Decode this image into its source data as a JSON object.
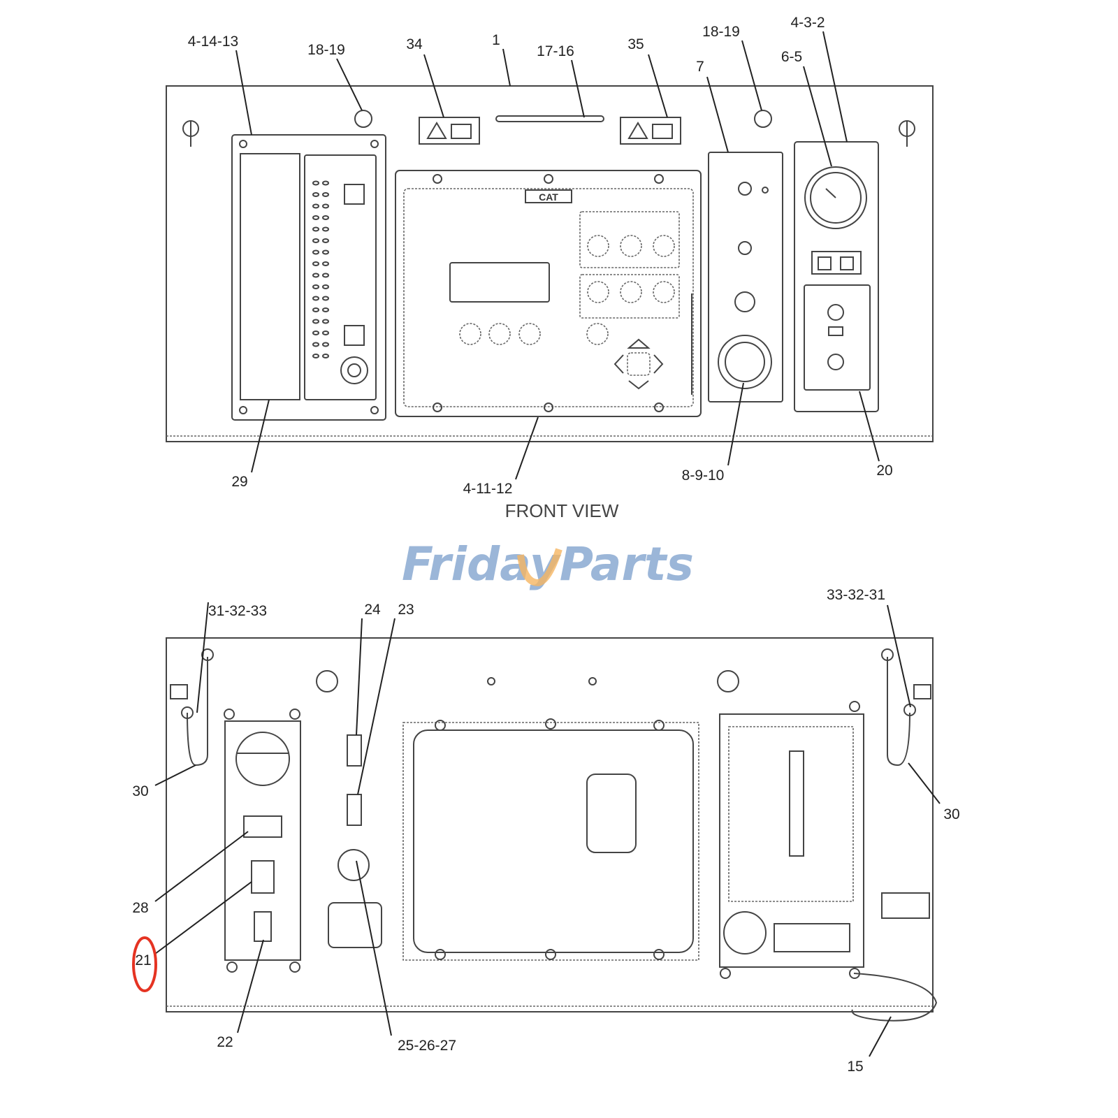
{
  "view_title": "FRONT VIEW",
  "watermark": {
    "text": "FridayParts",
    "color": "#9bb6d8",
    "accent": "#f5b562"
  },
  "highlight_color": "#e53322",
  "badge_text": "CAT",
  "top_callouts": [
    "4-14-13",
    "18-19",
    "34",
    "1",
    "17-16",
    "35",
    "18-19",
    "7",
    "6-5",
    "4-3-2",
    "29",
    "4-11-12",
    "8-9-10",
    "20"
  ],
  "bottom_callouts": [
    "31-32-33",
    "24",
    "23",
    "33-32-31",
    "30",
    "30",
    "28",
    "21",
    "22",
    "25-26-27",
    "15"
  ],
  "highlighted_callout": "21"
}
